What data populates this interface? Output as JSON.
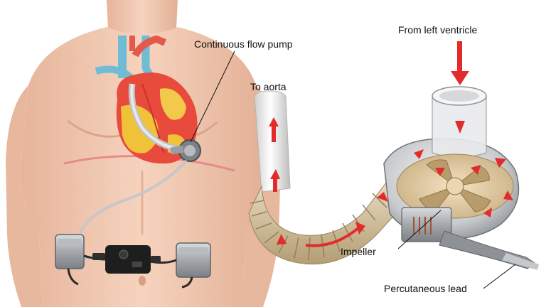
{
  "labels": {
    "from_left_ventricle": "From left ventricle",
    "continuous_flow_pump": "Continuous flow pump",
    "to_aorta": "To aorta",
    "impeller": "Impeller",
    "percutaneous_lead": "Percutaneous lead"
  },
  "colors": {
    "skin": "#f2cbb4",
    "skin_shadow": "#e2ad92",
    "heart": "#e84a3c",
    "fat": "#f0c23a",
    "vessel_blue": "#7cc4dc",
    "flow_arrow": "#e32b2b",
    "device_gray": "#8f9397",
    "controller_black": "#1e1e1e",
    "graft_tan": "#c9b58f"
  }
}
